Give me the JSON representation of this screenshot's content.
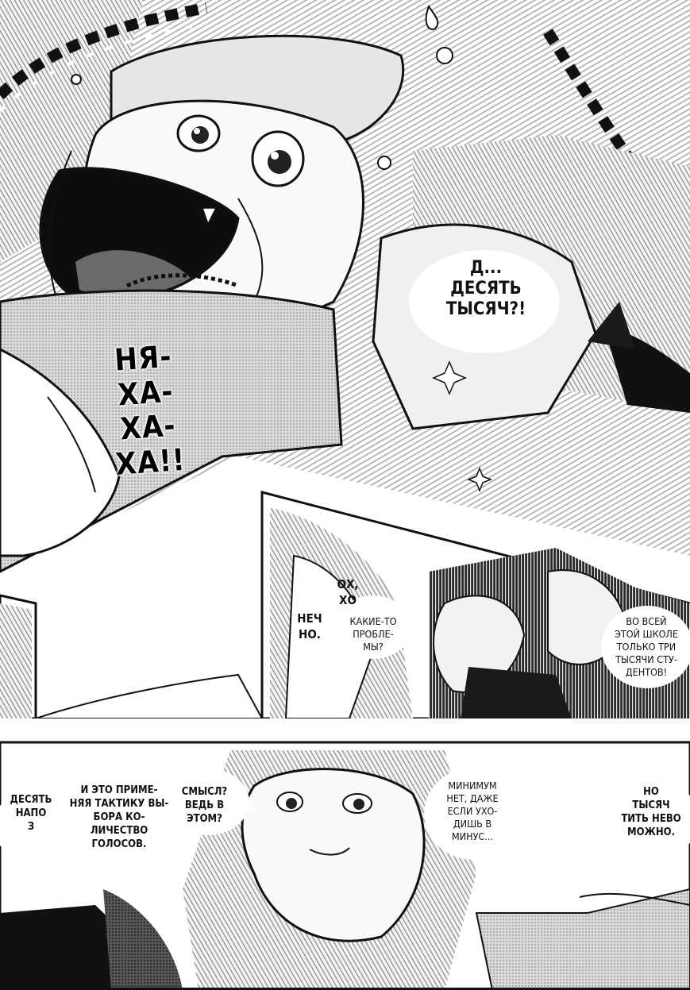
{
  "page": {
    "panel_1": {
      "sfx_laugh": "НЯ-\nХА-\nХА-\nХА!!",
      "bubble_ten_thousand": "Д...\nДЕСЯТЬ\nТЫСЯЧ?!"
    },
    "panel_2": {
      "bubble_oh": "ОХ,\nХО",
      "bubble_heh": "НЕЧ\nНО.",
      "bubble_problems": "КАКИЕ-ТО\nПРОБЛЕ-\nМЫ?",
      "bubble_school": "ВО ВСЕЙ\nЭТОЙ ШКОЛЕ\nТОЛЬКО ТРИ\nТЫСЯЧИ СТУ-\nДЕНТОВ!"
    },
    "panel_3": {
      "bubble_ten_cut": "ДЕСЯТЬ\nНАПО\nЗ",
      "bubble_votes": "И ЭТО ПРИМЕ-\nНЯЯ ТАКТИКУ ВЫ-\nБОРА КО-\nЛИЧЕСТВО\nГОЛОСОВ.",
      "bubble_question": "СМЫСЛ?\nВЕДЬ В\nЭТОМ?",
      "bubble_minus": "МИНИМУМ\nНЕТ, ДАЖЕ\nЕСЛИ УХО-\nДИШЬ В\nМИНУС...",
      "bubble_possible": "НО\nТЫСЯЧ\nТИТЬ НЕВО\nМОЖНО."
    }
  }
}
